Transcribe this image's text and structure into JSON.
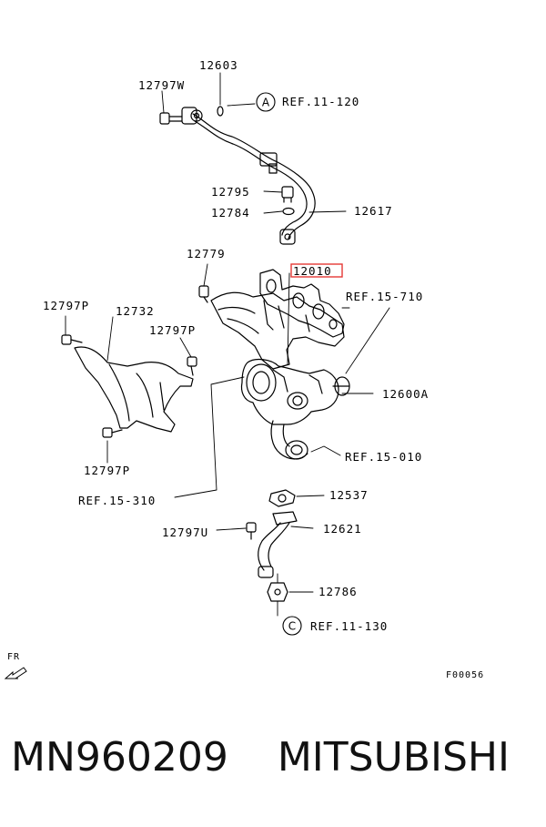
{
  "labels": {
    "l12603": "12603",
    "l12797W": "12797W",
    "refA": "REF.11-120",
    "circleA": "A",
    "l12795": "12795",
    "l12784": "12784",
    "l12617": "12617",
    "l12779": "12779",
    "l12010": "12010",
    "ref15710": "REF.15-710",
    "l12797P_a": "12797P",
    "l12732": "12732",
    "l12797P_b": "12797P",
    "l12600A": "12600A",
    "ref15010": "REF.15-010",
    "l12797P_c": "12797P",
    "ref15310": "REF.15-310",
    "l12537": "12537",
    "l12797U": "12797U",
    "l12621": "12621",
    "l12786": "12786",
    "refC": "REF.11-130",
    "circleC": "C",
    "fr": "FR",
    "figure_code": "F00056"
  },
  "footer": {
    "part_number": "MN960209",
    "brand": "MITSUBISHI"
  },
  "colors": {
    "highlight": "#e53935"
  }
}
